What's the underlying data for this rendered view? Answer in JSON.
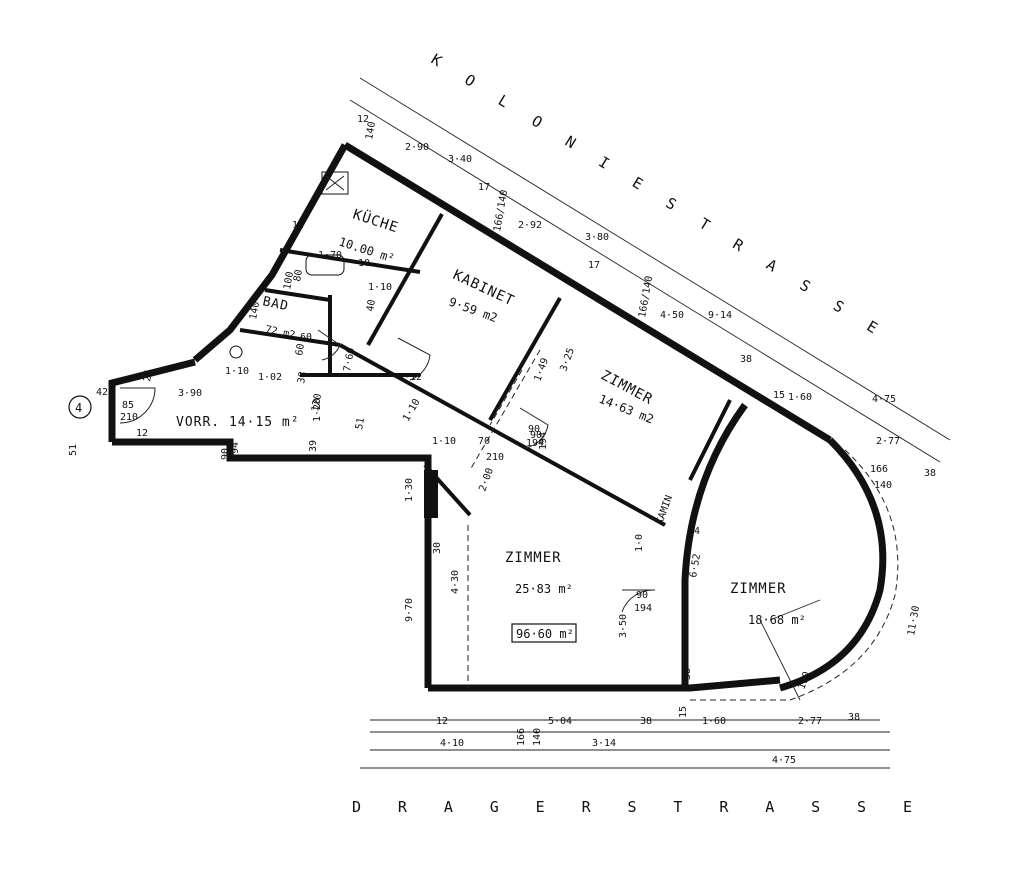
{
  "streets": {
    "top": "KOLONIESTRASSE",
    "bottom": "DRAGERSTRASSE"
  },
  "rooms": {
    "kueche": {
      "label": "KÜCHE",
      "area": "10.00 m²"
    },
    "kabinet": {
      "label": "KABINET",
      "area": "9·59 m2"
    },
    "zimmer_a": {
      "label": "ZIMMER",
      "area": "14·63 m2"
    },
    "zimmer_b": {
      "label": "ZIMMER",
      "area": "25·83 m²"
    },
    "zimmer_c": {
      "label": "ZIMMER",
      "area": "18·68 m²"
    },
    "bad": {
      "label": "BAD",
      "area": "72 m2"
    },
    "vorr": {
      "label": "VORR. 14·15 m²"
    },
    "kamin": {
      "label": "KAMIN"
    }
  },
  "total_area": "96·60 m²",
  "unit_marker": "4",
  "dimensions": {
    "top_chain": [
      "12",
      "140",
      "2·90",
      "3·40",
      "17",
      "166/140",
      "2·92",
      "3·80",
      "17",
      "166/140",
      "4·50",
      "9·14",
      "38",
      "1·60",
      "4·75",
      "2·77",
      "38",
      "15",
      "166",
      "140"
    ],
    "bottom_chain": [
      "12",
      "5·04",
      "38",
      "15",
      "1·60",
      "2·77",
      "38",
      "4·10",
      "166",
      "140",
      "3·14",
      "4·75"
    ],
    "misc": [
      "12",
      "1·70",
      "10",
      "1·10",
      "80",
      "100",
      "60",
      "40",
      "1·10",
      "1·02",
      "38",
      "120",
      "3·90",
      "42",
      "25",
      "85",
      "210",
      "12",
      "51",
      "39",
      "90",
      "194",
      "1·20",
      "7·60",
      "51",
      "1·10",
      "4·12",
      "70",
      "210",
      "1·10",
      "90",
      "194",
      "1·49",
      "3·25",
      "90",
      "194",
      "2·00",
      "1·30",
      "30",
      "4·30",
      "9·70",
      "1·0",
      "3·50",
      "6·52",
      "64",
      "90",
      "194",
      "38",
      "11·30",
      "140",
      "60",
      "190"
    ]
  }
}
